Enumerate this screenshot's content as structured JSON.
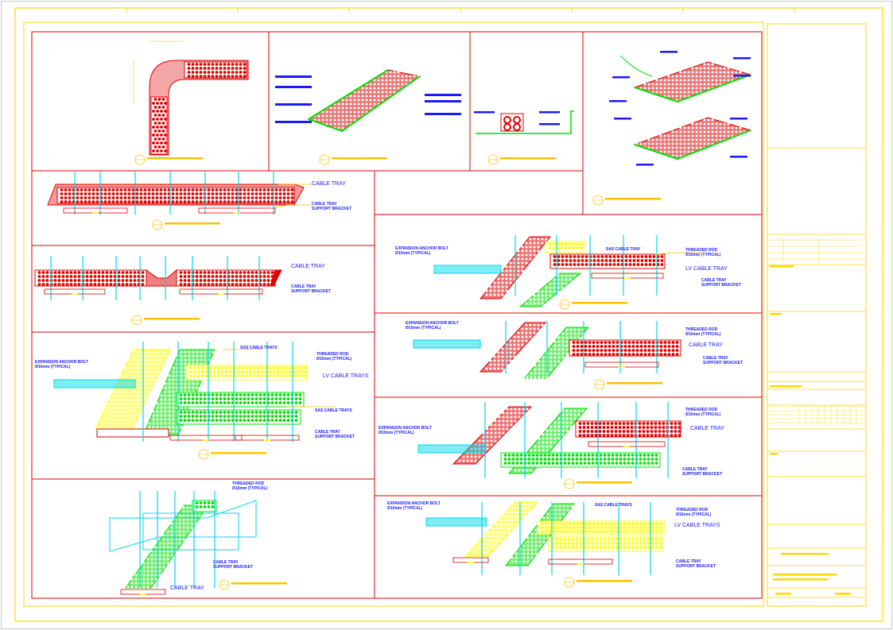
{
  "sheet": {
    "colors": {
      "background": "#ffffff",
      "border": "#ffd800",
      "panel": "#e00000",
      "tray_red": "#e00000",
      "tray_yellow": "#ffff00",
      "tray_green": "#00e000",
      "cyan": "#00d8e8",
      "label": "#1a1aff",
      "callout": "#ffc000"
    }
  },
  "labels": {
    "cable_tray": "CABLE TRAY",
    "cable_tray_support": "CABLE TRAY\nSUPPORT BRACKET",
    "lv_cable_tray": "LV CABLE TRAY",
    "lv_cable_trays": "LV CABLE TRAYS",
    "sas_cable_tray": "SAS CABLE TRAY",
    "sas_cable_trays": "SAS CABLE TRAYS",
    "threaded_rod": "THREADED ROD\nØ10mm (TYPICAL)",
    "expansion_anchor": "EXPANSION ANCHOR BOLT\nØ10mm (TYPICAL)"
  }
}
